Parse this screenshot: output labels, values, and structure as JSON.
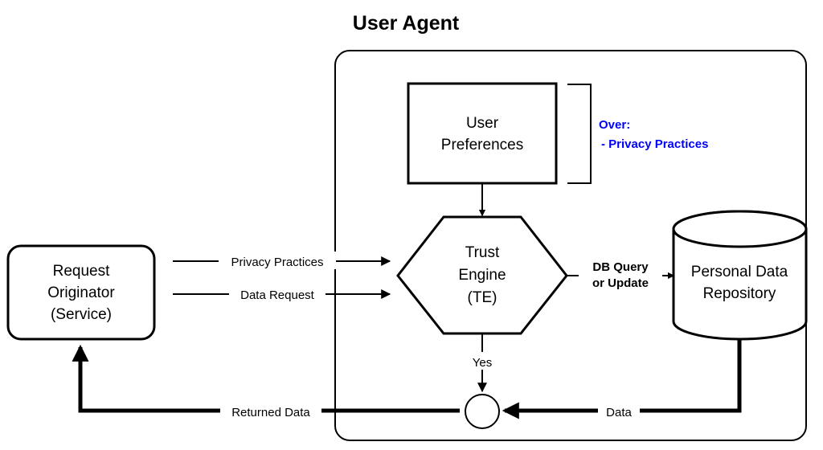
{
  "diagram": {
    "title": "User Agent",
    "nodes": {
      "request_originator": {
        "line1": "Request",
        "line2": "Originator",
        "line3": "(Service)"
      },
      "user_preferences": {
        "line1": "User",
        "line2": "Preferences"
      },
      "trust_engine": {
        "line1": "Trust",
        "line2": "Engine",
        "line3": "(TE)"
      },
      "personal_data_repository": {
        "line1": "Personal Data",
        "line2": "Repository"
      },
      "junction": {
        "label": ""
      }
    },
    "annotation": {
      "line1": "Over:",
      "line2": "- Privacy Practices",
      "color": "#0000ff"
    },
    "edges": {
      "privacy_practices": "Privacy Practices",
      "data_request": "Data Request",
      "db_query": "DB Query",
      "db_query_line2": "or Update",
      "yes": "Yes",
      "returned_data": "Returned Data",
      "data": "Data"
    },
    "colors": {
      "stroke": "#000000",
      "fill": "#ffffff",
      "annotation": "#0000ff"
    }
  }
}
